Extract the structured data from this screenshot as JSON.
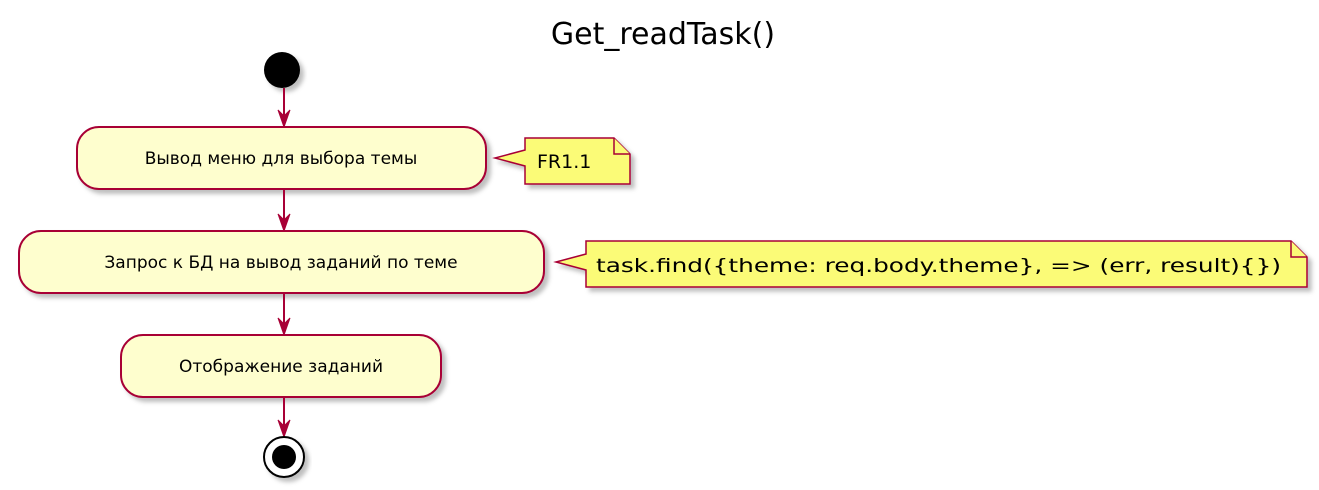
{
  "diagram": {
    "title": "Get_readTask()",
    "colors": {
      "activity_fill": "#FEFECE",
      "border": "#A80036",
      "note_fill": "#FBFB77",
      "shadow": "#C8C8C8",
      "start_node": "#000000"
    },
    "nodes": {
      "start": {
        "shape": "start-node"
      },
      "action_1": {
        "label": "Вывод меню для выбора темы"
      },
      "action_2": {
        "label": "Запрос к БД на вывод заданий по теме"
      },
      "action_3": {
        "label": "Отображение заданий"
      },
      "end": {
        "shape": "end-node"
      }
    },
    "notes": {
      "note_1": {
        "text": "FR1.1",
        "attached_to": "action_1"
      },
      "note_2": {
        "text": "task.find({theme: req.body.theme}, => (err, result){})",
        "attached_to": "action_2"
      }
    },
    "flow": [
      "start",
      "action_1",
      "action_2",
      "action_3",
      "end"
    ]
  }
}
